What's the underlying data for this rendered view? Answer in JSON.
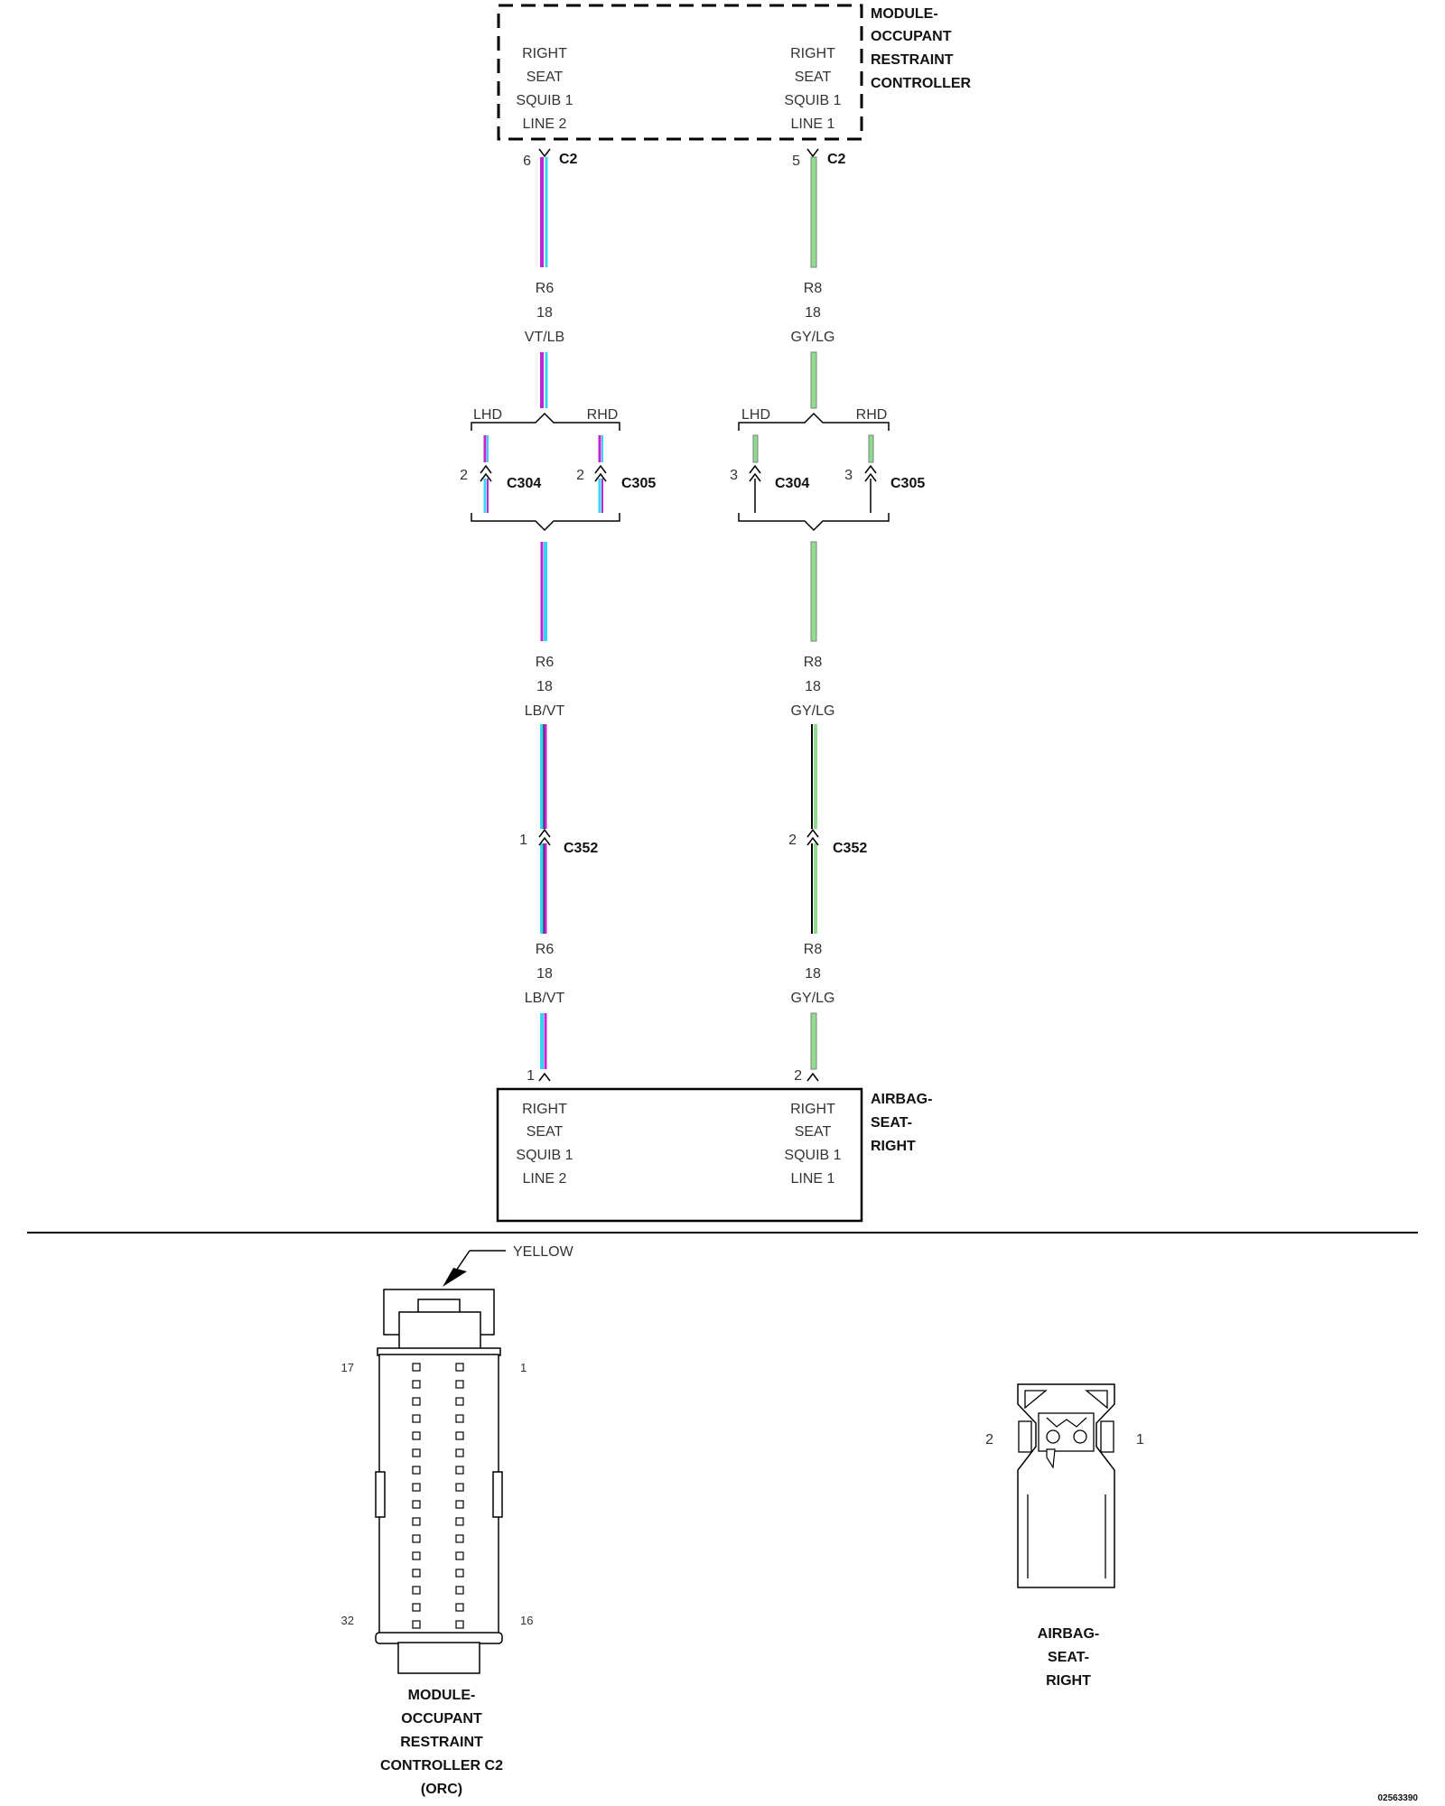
{
  "colors": {
    "violet": "#c026d3",
    "light_blue": "#38d4f5",
    "gray": "#808080",
    "light_green": "#8fdc8f",
    "black": "#000000"
  },
  "orc_module": {
    "title_lines": [
      "MODULE-",
      "OCCUPANT",
      "RESTRAINT",
      "CONTROLLER"
    ],
    "left_func": [
      "RIGHT",
      "SEAT",
      "SQUIB 1",
      "LINE 2"
    ],
    "right_func": [
      "RIGHT",
      "SEAT",
      "SQUIB 1",
      "LINE 1"
    ]
  },
  "pins": {
    "c2_left": "6",
    "c2_right": "5",
    "c2": "C2",
    "lhd": "LHD",
    "rhd": "RHD",
    "c304": "C304",
    "c305": "C305",
    "c304_305_left": "2",
    "c304_305_right": "3",
    "c352": "C352",
    "c352_left": "1",
    "c352_right": "2",
    "airbag_left": "1",
    "airbag_right": "2"
  },
  "wires": {
    "left_upper": [
      "R6",
      "18",
      "VT/LB"
    ],
    "right_upper": [
      "R8",
      "18",
      "GY/LG"
    ],
    "left_mid": [
      "R6",
      "18",
      "LB/VT"
    ],
    "right_mid": [
      "R8",
      "18",
      "GY/LG"
    ],
    "left_lower": [
      "R6",
      "18",
      "LB/VT"
    ],
    "right_lower": [
      "R8",
      "18",
      "GY/LG"
    ]
  },
  "airbag": {
    "title_lines": [
      "AIRBAG-",
      "SEAT-",
      "RIGHT"
    ],
    "left_func": [
      "RIGHT",
      "SEAT",
      "SQUIB 1",
      "LINE 2"
    ],
    "right_func": [
      "RIGHT",
      "SEAT",
      "SQUIB 1",
      "LINE 1"
    ]
  },
  "connector_views": {
    "yellow": "YELLOW",
    "orc_pins": {
      "top_left": "17",
      "top_right": "1",
      "bottom_left": "32",
      "bottom_right": "16"
    },
    "orc_caption": [
      "MODULE-",
      "OCCUPANT",
      "RESTRAINT",
      "CONTROLLER C2",
      "(ORC)"
    ],
    "airbag_pins": {
      "left": "2",
      "right": "1"
    },
    "airbag_caption": [
      "AIRBAG-",
      "SEAT-",
      "RIGHT"
    ]
  },
  "figure_id": "02563390"
}
